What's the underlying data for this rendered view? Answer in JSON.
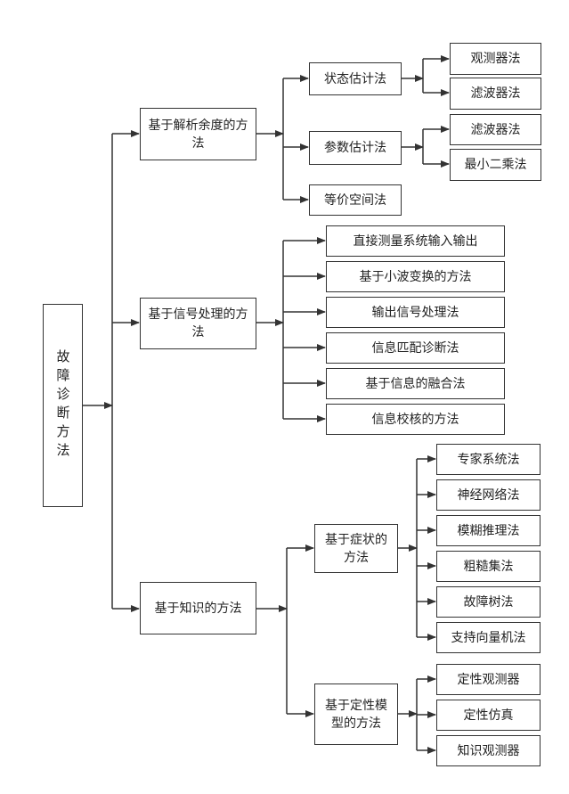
{
  "root": "故障诊断方法",
  "level1": [
    "基于解析余度的方法",
    "基于信号处理的方法",
    "基于知识的方法"
  ],
  "analytic": {
    "children": [
      "状态估计法",
      "参数估计法",
      "等价空间法"
    ],
    "state": [
      "观测器法",
      "滤波器法"
    ],
    "param": [
      "滤波器法",
      "最小二乘法"
    ]
  },
  "signal": [
    "直接测量系统输入输出",
    "基于小波变换的方法",
    "输出信号处理法",
    "信息匹配诊断法",
    "基于信息的融合法",
    "信息校核的方法"
  ],
  "knowledge": {
    "children": [
      "基于症状的方法",
      "基于定性模型的方法"
    ],
    "symptom": [
      "专家系统法",
      "神经网络法",
      "模糊推理法",
      "粗糙集法",
      "故障树法",
      "支持向量机法"
    ],
    "model": [
      "定性观测器",
      "定性仿真",
      "知识观测器"
    ]
  }
}
